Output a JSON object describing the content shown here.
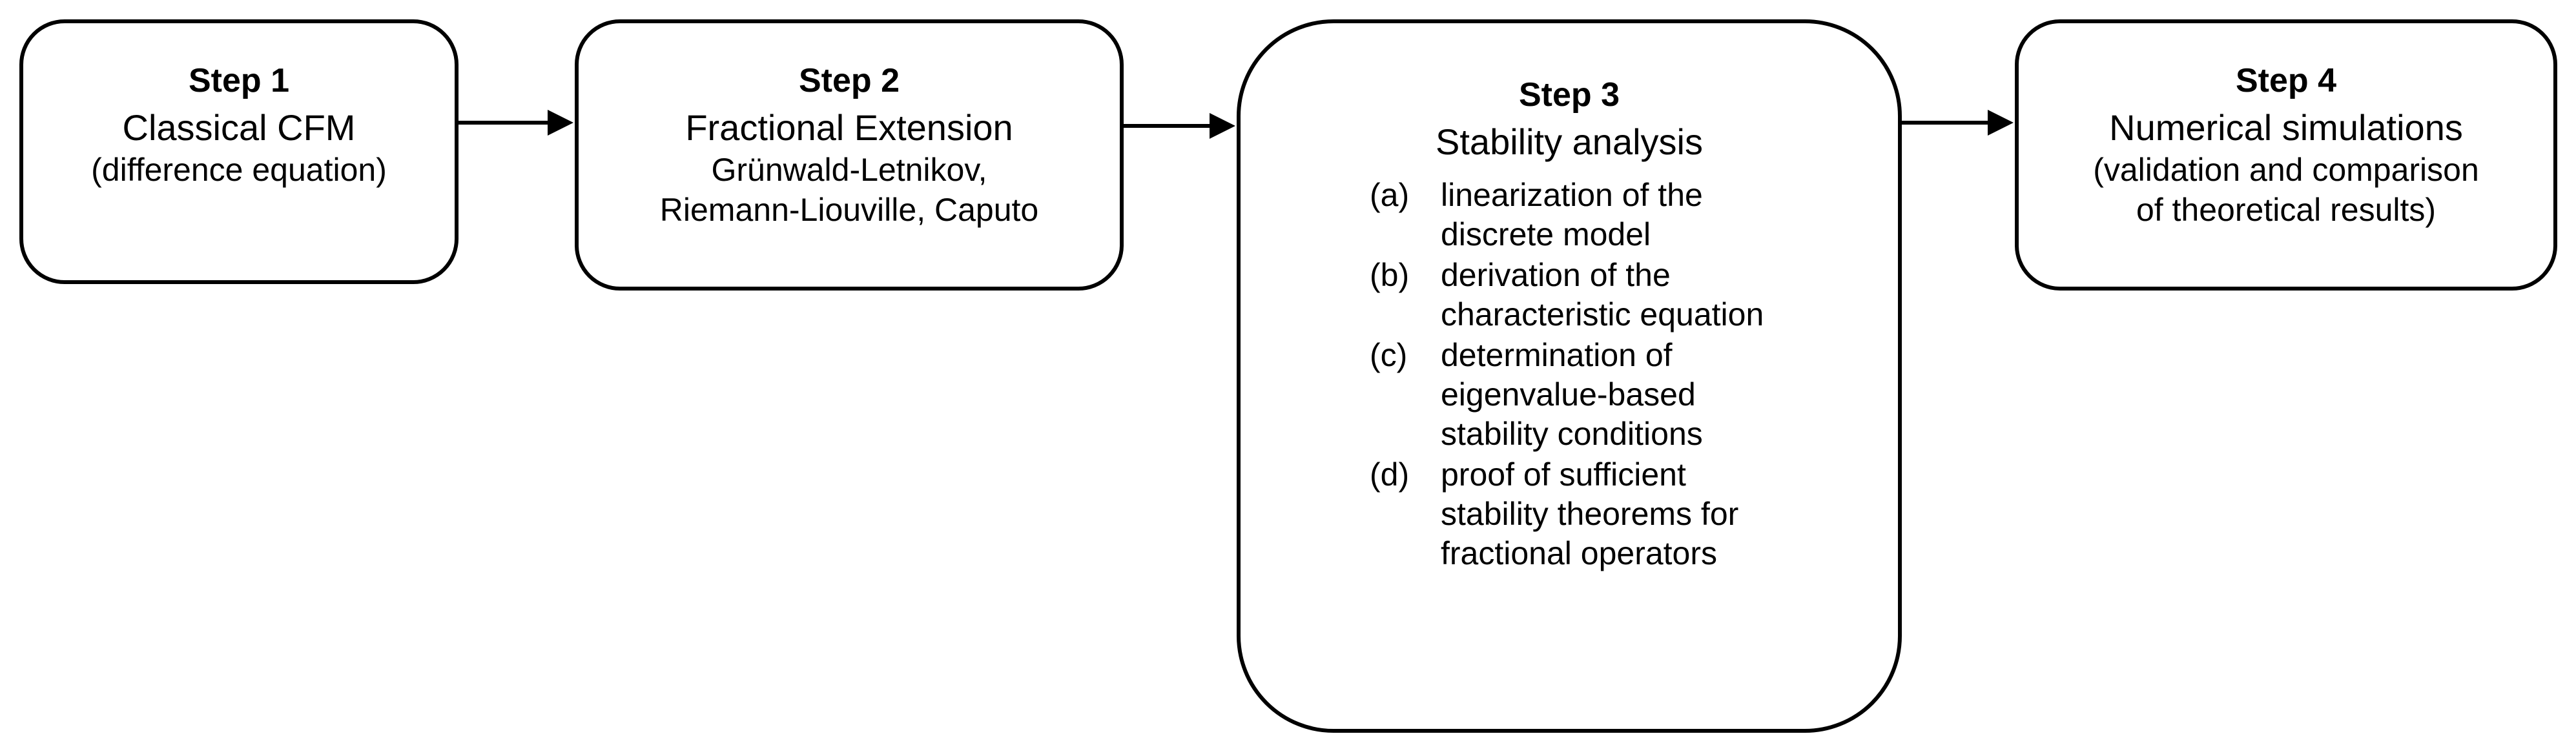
{
  "steps": [
    {
      "step": "Step 1",
      "title": "Classical CFM",
      "subtitle": [
        "(difference equation)"
      ]
    },
    {
      "step": "Step 2",
      "title": "Fractional Extension",
      "subtitle": [
        "Grünwald-Letnikov,",
        "Riemann-Liouville, Caputo"
      ]
    },
    {
      "step": "Step 3",
      "title": "Stability analysis",
      "items": [
        {
          "letter": "(a)",
          "text": "linearization of the discrete model"
        },
        {
          "letter": "(b)",
          "text": "derivation of the characteristic equation"
        },
        {
          "letter": "(c)",
          "text": "determination of eigenvalue-based stability conditions"
        },
        {
          "letter": "(d)",
          "text": "proof of sufficient stability theorems for fractional operators"
        }
      ]
    },
    {
      "step": "Step 4",
      "title": "Numerical simulations",
      "subtitle": [
        "(validation and comparison",
        "of theoretical results)"
      ]
    }
  ]
}
